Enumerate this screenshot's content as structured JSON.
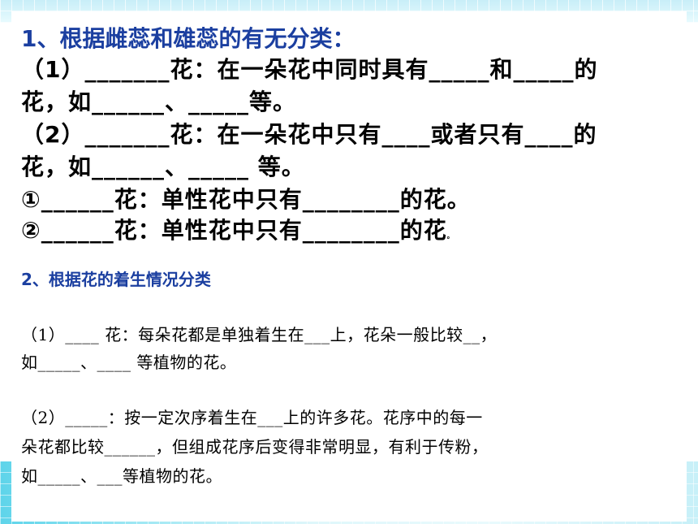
{
  "section1": {
    "title": "1、根据雌蕊和雄蕊的有无分类：",
    "lines": [
      "（1）_______花：在一朵花中同时具有_____和_____的",
      "花，如______、_____等。",
      "（2）_______花：在一朵花中只有____或者只有____的",
      "花，如______、_____ 等。",
      "①______花：单性花中只有________的花。",
      "②______花：单性花中只有________的花"
    ],
    "trailing_dot": "。"
  },
  "section2": {
    "title": "2、根据花的着生情况分类",
    "lines": [
      "（1）____ 花：每朵花都是单独着生在___上，花朵一般比较__，",
      "如_____、____ 等植物的花。",
      "（2）_____：按一定次序着生在___上的许多花。花序中的每一",
      "朵花都比较______，但组成花序后变得非常明显，有利于传粉，",
      "如_____、___等植物的花。"
    ]
  }
}
